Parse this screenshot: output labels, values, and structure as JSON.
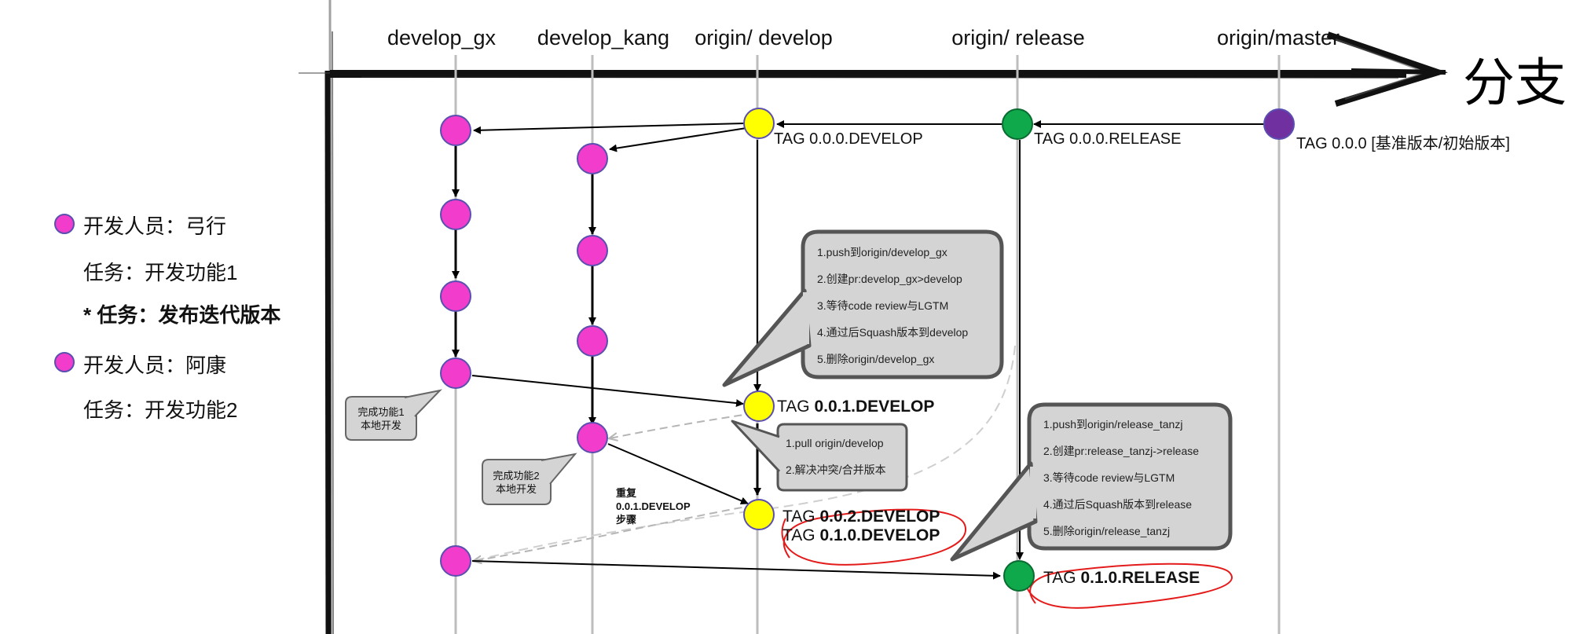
{
  "axis": {
    "title": "分支"
  },
  "branches": [
    {
      "id": "develop_gx",
      "label": "develop_gx"
    },
    {
      "id": "develop_kang",
      "label": "develop_kang"
    },
    {
      "id": "origin_develop",
      "label": "origin/ develop"
    },
    {
      "id": "origin_release",
      "label": "origin/ release"
    },
    {
      "id": "origin_master",
      "label": "origin/master"
    }
  ],
  "colors": {
    "developer_commit": "#f23ccc",
    "develop_commit": "#ffff00",
    "release_commit": "#0fa84a",
    "master_commit": "#7030a0",
    "annotation_red": "#e41b1b",
    "callout_fill": "#d4d4d4"
  },
  "legend": {
    "dev1": "开发人员：弓行",
    "dev1_task1": "任务：开发功能1",
    "dev1_task2": "* 任务：发布迭代版本",
    "dev2": "开发人员：阿康",
    "dev2_task": "任务：开发功能2"
  },
  "tags": {
    "develop_000": "TAG 0.0.0.DEVELOP",
    "release_000": "TAG 0.0.0.RELEASE",
    "master_000_prefix": "TAG 0.0.0",
    "master_000_suffix": "[基准版本/初始版本]",
    "develop_001_prefix": "TAG",
    "develop_001": "0.0.1.DEVELOP",
    "develop_002_prefix": "TAG",
    "develop_002": "0.0.2.DEVELOP",
    "develop_010_prefix": "TAG",
    "develop_010": "0.1.0.DEVELOP",
    "release_010_prefix": "TAG",
    "release_010": "0.1.0.RELEASE"
  },
  "notes": {
    "gx_done_line1": "完成功能1",
    "gx_done_line2": "本地开发",
    "kang_done_line1": "完成功能2",
    "kang_done_line2": "本地开发",
    "repeat_line1": "重复",
    "repeat_line2": "0.0.1.DEVELOP",
    "repeat_line3": "步骤"
  },
  "callouts": {
    "pr_develop": [
      "1.push到origin/develop_gx",
      "2.创建pr:develop_gx>develop",
      "3.等待code review与LGTM",
      "4.通过后Squash版本到develop",
      "5.删除origin/develop_gx"
    ],
    "pull_develop": [
      "1.pull origin/develop",
      "2.解决冲突/合并版本"
    ],
    "pr_release": [
      "1.push到origin/release_tanzj",
      "2.创建pr:release_tanzj->release",
      "3.等待code review与LGTM",
      "4.通过后Squash版本到release",
      "5.删除origin/release_tanzj"
    ]
  }
}
